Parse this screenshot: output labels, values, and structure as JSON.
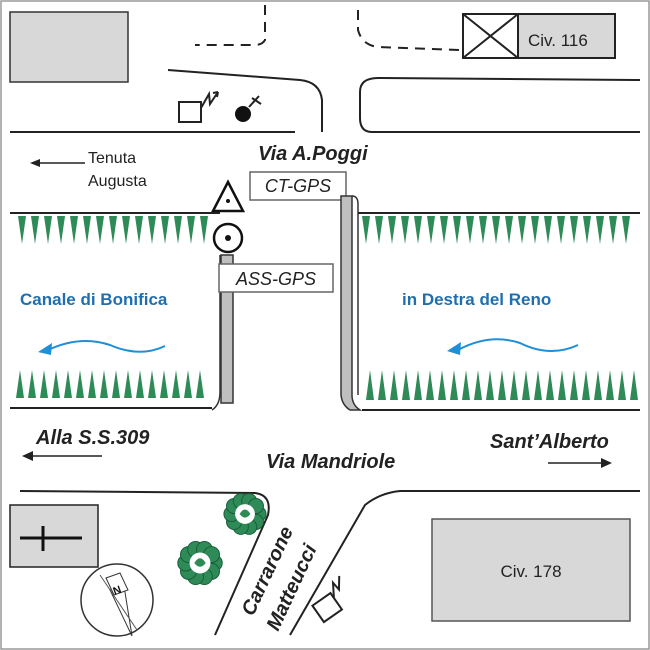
{
  "roads": {
    "via_poggi": "Via A.Poggi",
    "via_mandriole": "Via Mandriole",
    "alla_ss309": "Alla S.S.309",
    "sant_alberto": "Sant’Alberto",
    "carrarone_1": "Carrarone",
    "carrarone_2": "Matteucci"
  },
  "places": {
    "tenuta_1": "Tenuta",
    "tenuta_2": "Augusta",
    "civ116": "Civ. 116",
    "civ178": "Civ. 178"
  },
  "canal": {
    "left": "Canale di Bonifica",
    "right": "in Destra del Reno",
    "color": "#1f6fb0"
  },
  "stations": {
    "ct": "CT-GPS",
    "ass": "ASS-GPS"
  },
  "compass": {
    "north": "N"
  },
  "colors": {
    "vegetation": "#2e8b57",
    "water": "#1f8fd6",
    "building": "#d8d8d8"
  }
}
